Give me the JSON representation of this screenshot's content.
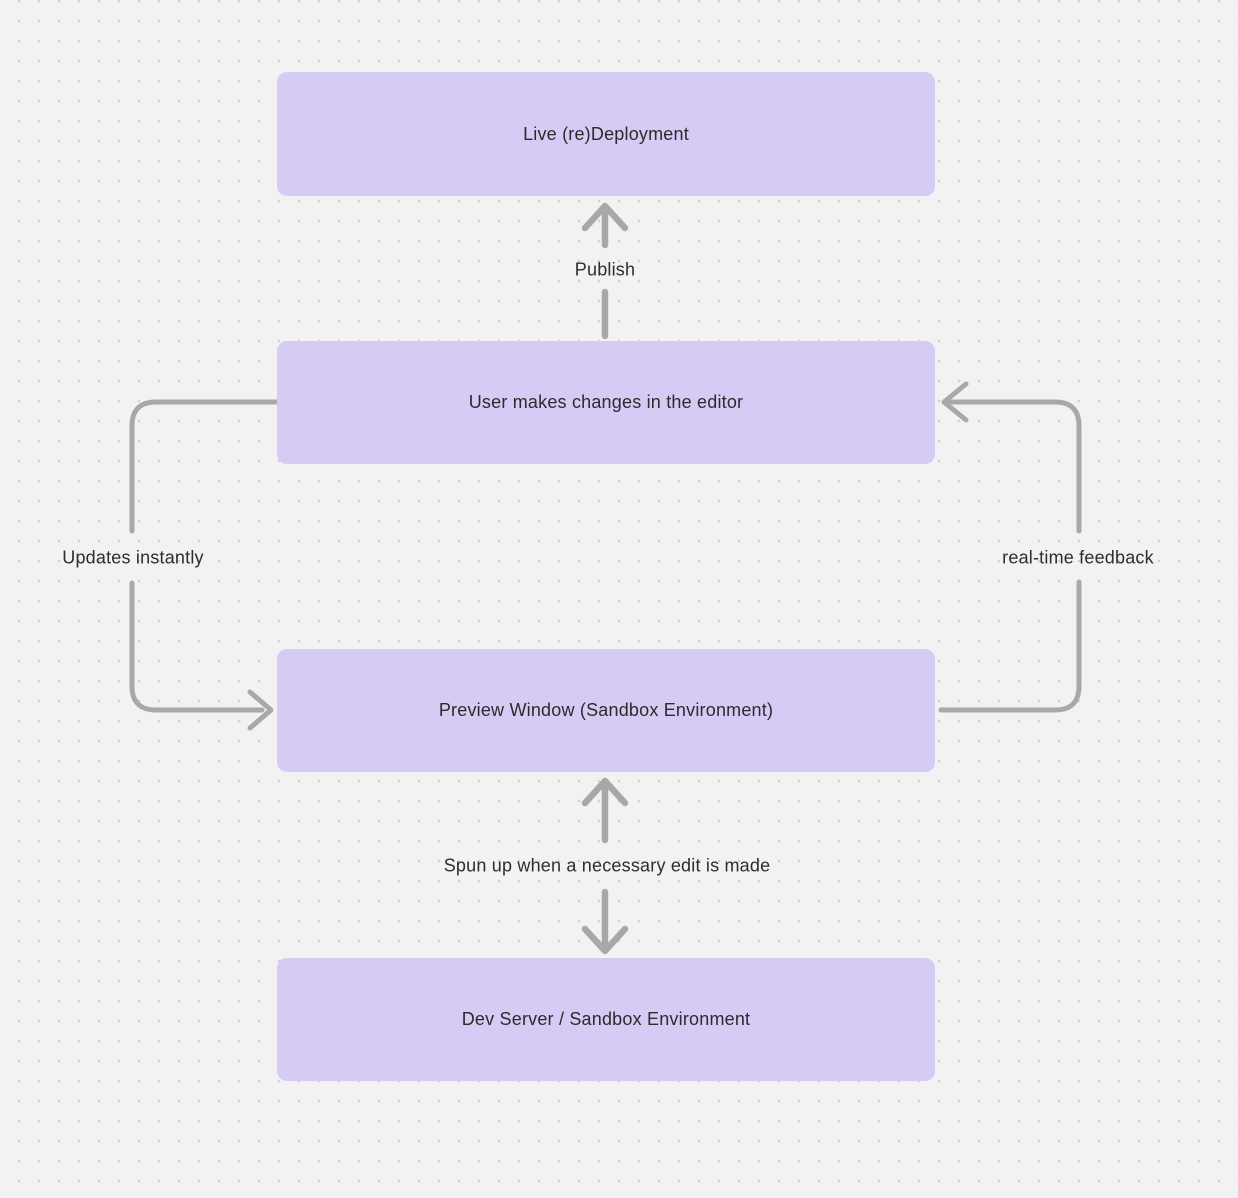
{
  "diagram": {
    "background_color": "#f2f2f2",
    "dot_color": "#cfcfcf",
    "node_fill_color": "#d6cbf4",
    "node_text_color": "#2b2b2b",
    "arrow_color": "#a8a8a8",
    "label_text_color": "#2d2d2d",
    "nodes": [
      {
        "id": "live-deployment",
        "label": "Live (re)Deployment"
      },
      {
        "id": "user-editor",
        "label": "User makes changes in the editor"
      },
      {
        "id": "preview-window",
        "label": "Preview Window (Sandbox Environment)"
      },
      {
        "id": "dev-server",
        "label": "Dev Server / Sandbox Environment"
      }
    ],
    "edges": [
      {
        "id": "publish",
        "label": "Publish",
        "from": "user-editor",
        "to": "live-deployment",
        "direction": "up"
      },
      {
        "id": "updates-instantly",
        "label": "Updates instantly",
        "from": "user-editor",
        "to": "preview-window",
        "direction": "left-loop-down"
      },
      {
        "id": "real-time-feedback",
        "label": "real-time feedback",
        "from": "preview-window",
        "to": "user-editor",
        "direction": "right-loop-up"
      },
      {
        "id": "spun-up",
        "label": "Spun up when a necessary edit is made",
        "from": "dev-server",
        "to": "preview-window",
        "direction": "both"
      }
    ]
  }
}
